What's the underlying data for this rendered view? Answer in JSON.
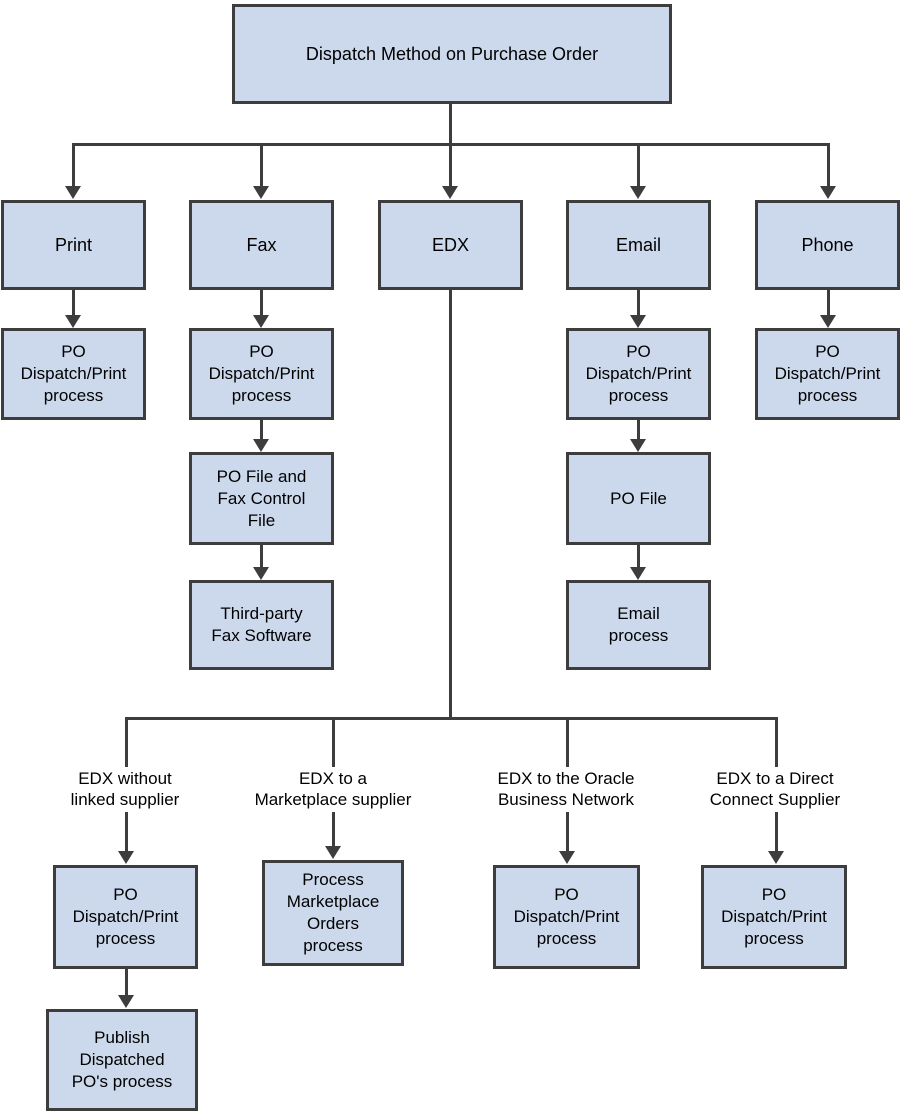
{
  "diagram": {
    "title": "Dispatch Method on Purchase Order",
    "colors": {
      "node_fill": "#ccd9ec",
      "node_border": "#3d3d3d",
      "connector": "#3d3d3d",
      "text": "#000000",
      "background": "#ffffff"
    },
    "root": {
      "label": "Dispatch Method on Purchase Order"
    },
    "methods": [
      {
        "label": "Print"
      },
      {
        "label": "Fax"
      },
      {
        "label": "EDX"
      },
      {
        "label": "Email"
      },
      {
        "label": "Phone"
      }
    ],
    "print_chain": [
      {
        "label": "PO\nDispatch/Print\nprocess"
      }
    ],
    "fax_chain": [
      {
        "label": "PO\nDispatch/Print\nprocess"
      },
      {
        "label": "PO File and\nFax Control\nFile"
      },
      {
        "label": "Third-party\nFax Software"
      }
    ],
    "email_chain": [
      {
        "label": "PO\nDispatch/Print\nprocess"
      },
      {
        "label": "PO File"
      },
      {
        "label": "Email\nprocess"
      }
    ],
    "phone_chain": [
      {
        "label": "PO\nDispatch/Print\nprocess"
      }
    ],
    "edx_branches": [
      {
        "label": "EDX without\nlinked supplier",
        "node": "PO\nDispatch/Print\nprocess",
        "child": "Publish\nDispatched\nPO's process"
      },
      {
        "label": "EDX to a\nMarketplace supplier",
        "node": "Process\nMarketplace\nOrders\nprocess",
        "child": null
      },
      {
        "label": "EDX to the Oracle\nBusiness Network",
        "node": "PO\nDispatch/Print\nprocess",
        "child": null
      },
      {
        "label": "EDX to a Direct\nConnect Supplier",
        "node": "PO\nDispatch/Print\nprocess",
        "child": null
      }
    ]
  }
}
